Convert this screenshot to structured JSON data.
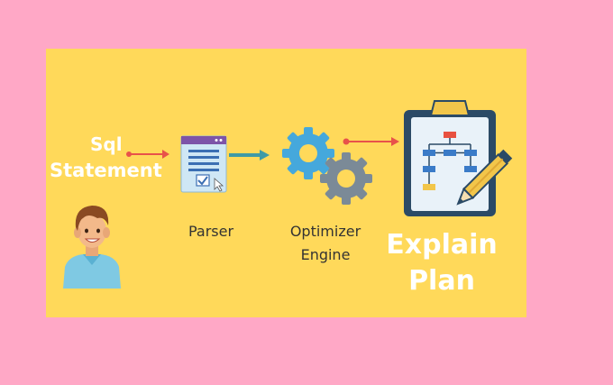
{
  "input": {
    "line1": "Sql",
    "line2": "Statement"
  },
  "steps": [
    {
      "label": "Parser"
    },
    {
      "label_line1": "Optimizer",
      "label_line2": "Engine"
    }
  ],
  "output": {
    "line1": "Explain",
    "line2": "Plan"
  },
  "colors": {
    "background": "#ffa8c6",
    "panel": "#ffd95a",
    "arrow_red": "#e8524a",
    "arrow_teal": "#3f9aa6",
    "gear_blue": "#45a8dc",
    "gear_gray": "#7b8a97"
  },
  "icons": [
    "person-icon",
    "document-icon",
    "gears-icon",
    "clipboard-flowchart-icon",
    "pencil-icon"
  ]
}
